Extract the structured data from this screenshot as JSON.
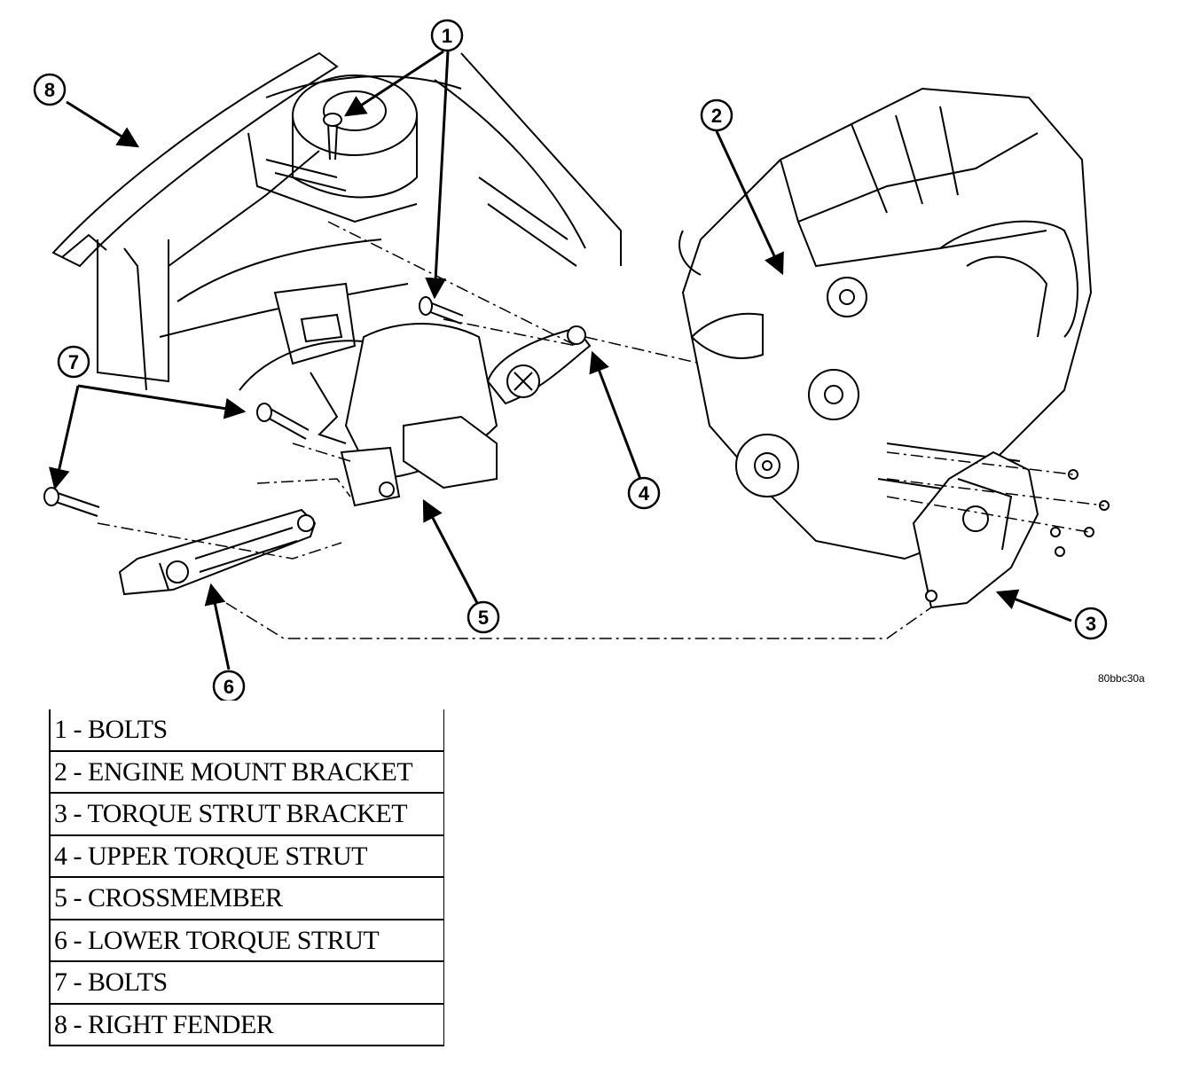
{
  "figure": {
    "code": "80bbc30a",
    "callouts": [
      "1",
      "2",
      "3",
      "4",
      "5",
      "6",
      "7",
      "8"
    ]
  },
  "legend": [
    "1 - BOLTS",
    "2 - ENGINE MOUNT BRACKET",
    "3 - TORQUE STRUT BRACKET",
    "4 - UPPER TORQUE STRUT",
    "5 - CROSSMEMBER",
    "6 - LOWER TORQUE STRUT",
    "7 - BOLTS",
    "8 - RIGHT FENDER"
  ]
}
